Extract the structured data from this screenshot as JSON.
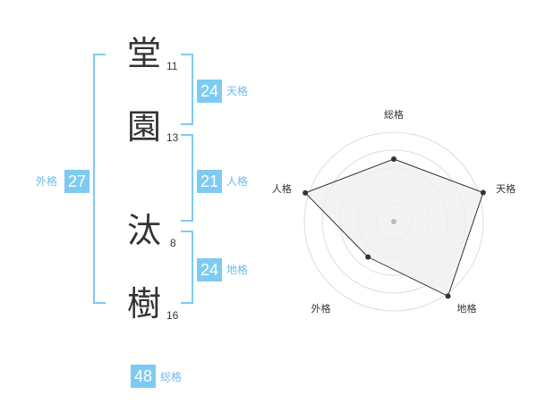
{
  "name": {
    "characters": [
      {
        "char": "堂",
        "strokes": "11"
      },
      {
        "char": "園",
        "strokes": "13"
      },
      {
        "char": "汰",
        "strokes": "8"
      },
      {
        "char": "樹",
        "strokes": "16"
      }
    ]
  },
  "fortunes": {
    "tenkaku": {
      "value": "24",
      "label": "天格"
    },
    "jinkaku": {
      "value": "21",
      "label": "人格"
    },
    "chikaku": {
      "value": "24",
      "label": "地格"
    },
    "gaikaku": {
      "value": "27",
      "label": "外格"
    },
    "soukaku": {
      "value": "48",
      "label": "総格"
    }
  },
  "colors": {
    "accent": "#7ecbf2",
    "label": "#6dbde8",
    "polygon_fill": "#f0f0f0",
    "polygon_stroke": "#333333"
  },
  "chart_data": {
    "type": "radar",
    "axes": [
      "総格",
      "天格",
      "地格",
      "外格",
      "人格"
    ],
    "values": [
      0.7,
      1.05,
      1.03,
      0.49,
      1.04
    ],
    "rings": 5
  }
}
